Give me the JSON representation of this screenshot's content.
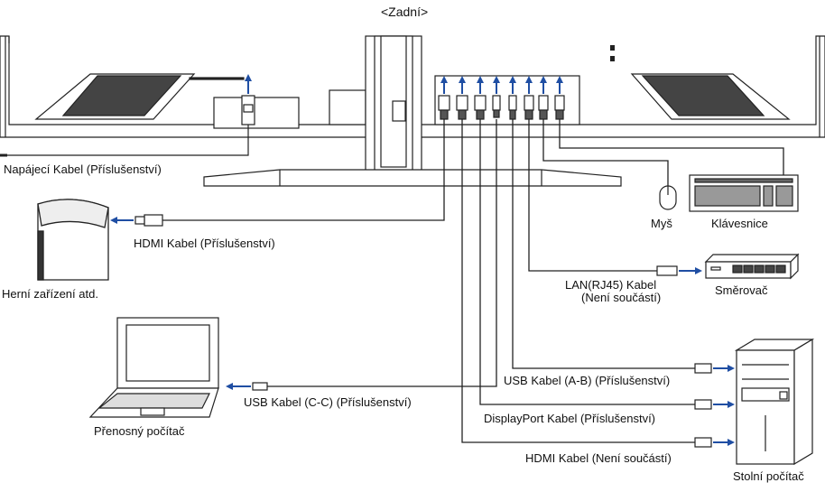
{
  "view_title": "<Zadní>",
  "labels": {
    "power_cable": "Napájecí Kabel (Příslušenství)",
    "hdmi_cable_accessory": "HDMI Kabel (Příslušenství)",
    "game_device": "Herní zařízení atd.",
    "mouse": "Myš",
    "keyboard": "Klávesnice",
    "lan_cable_line1": "LAN(RJ45) Kabel",
    "lan_cable_line2": "(Není součástí)",
    "router": "Směrovač",
    "usb_ab_cable": "USB Kabel (A-B) (Příslušenství)",
    "usb_cc_cable": "USB Kabel (C-C) (Příslušenství)",
    "displayport_cable": "DisplayPort Kabel (Příslušenství)",
    "hdmi_cable_not_included": "HDMI Kabel (Není součástí)",
    "laptop": "Přenosný počítač",
    "desktop": "Stolní počítač"
  },
  "colors": {
    "arrow_blue": "#1f4ea3",
    "line": "#222222"
  }
}
